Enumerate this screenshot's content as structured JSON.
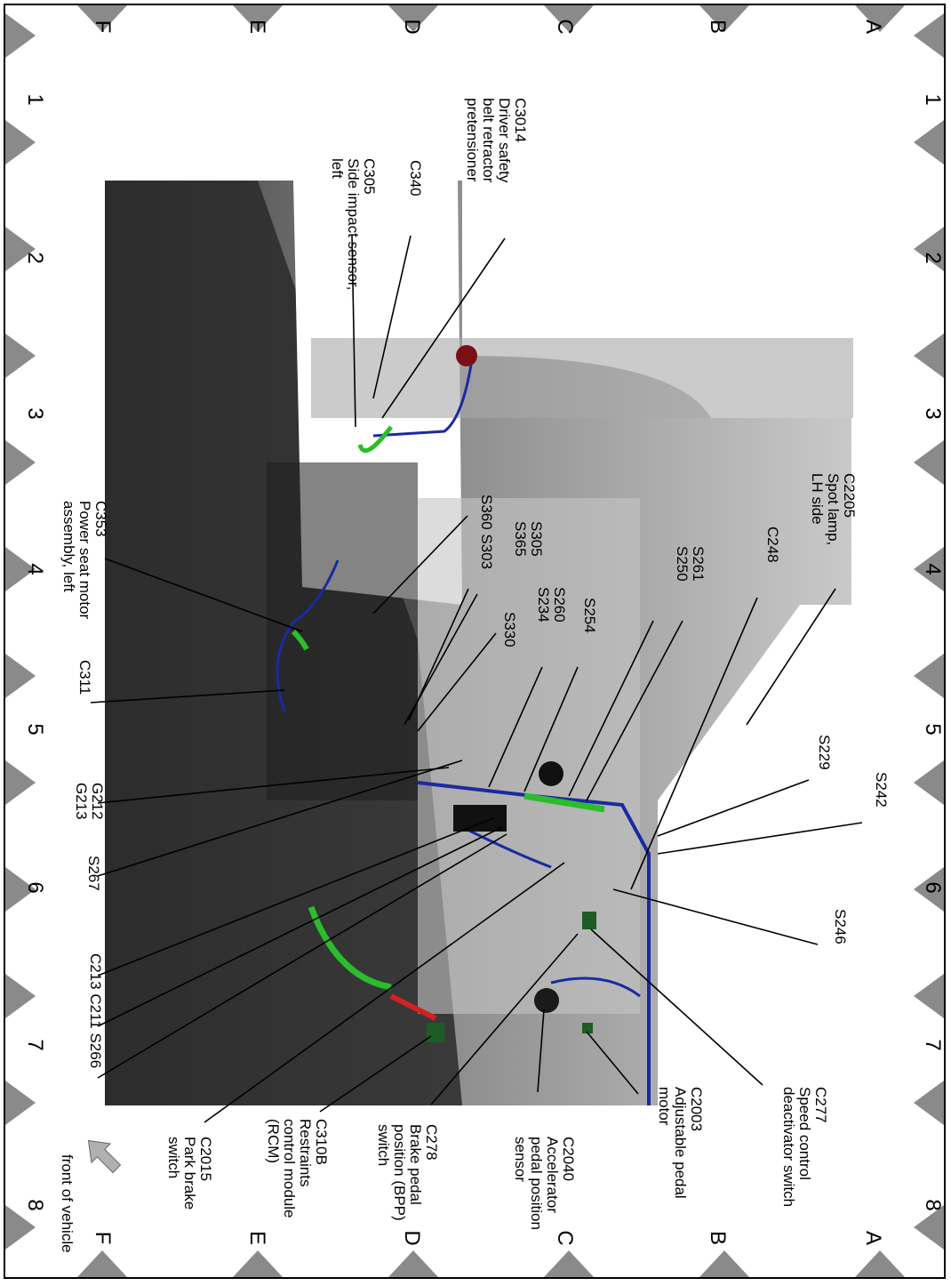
{
  "grid": {
    "numbers": [
      "1",
      "2",
      "3",
      "4",
      "5",
      "6",
      "7",
      "8"
    ],
    "letters": [
      "A",
      "B",
      "C",
      "D",
      "E",
      "F"
    ]
  },
  "front_of_vehicle": "front of vehicle",
  "callouts": [
    {
      "id": "c3014",
      "lines": [
        "C3014",
        "Driver safety",
        "belt retractor",
        "pretensioner"
      ]
    },
    {
      "id": "c340",
      "lines": [
        "C340"
      ]
    },
    {
      "id": "c305",
      "lines": [
        "C305",
        "Side impact sensor,",
        "left"
      ]
    },
    {
      "id": "c2205",
      "lines": [
        "C2205",
        "Spot lamp,",
        "LH side"
      ]
    },
    {
      "id": "c248",
      "lines": [
        "C248"
      ]
    },
    {
      "id": "s261-s250",
      "lines": [
        "S261",
        "S250"
      ]
    },
    {
      "id": "s254",
      "lines": [
        "S254"
      ]
    },
    {
      "id": "s260-s234",
      "lines": [
        "S260",
        "S234"
      ]
    },
    {
      "id": "s330",
      "lines": [
        "S330"
      ]
    },
    {
      "id": "s305-s365",
      "lines": [
        "S305",
        "S365"
      ]
    },
    {
      "id": "s360-s303",
      "lines": [
        "S360 S303"
      ]
    },
    {
      "id": "c353",
      "lines": [
        "C353",
        "Power seat motor",
        "assembly, left"
      ]
    },
    {
      "id": "c311",
      "lines": [
        "C311"
      ]
    },
    {
      "id": "g212-g213",
      "lines": [
        "G212",
        "G213"
      ]
    },
    {
      "id": "s267",
      "lines": [
        "S267"
      ]
    },
    {
      "id": "c213-c211-s266",
      "lines": [
        "C213  C211  S266"
      ]
    },
    {
      "id": "s229",
      "lines": [
        "S229"
      ]
    },
    {
      "id": "s242",
      "lines": [
        "S242"
      ]
    },
    {
      "id": "s246",
      "lines": [
        "S246"
      ]
    },
    {
      "id": "c277",
      "lines": [
        "C277",
        "Speed control",
        "deactivator switch"
      ]
    },
    {
      "id": "c2003",
      "lines": [
        "C2003",
        "Adjustable pedal",
        "motor"
      ]
    },
    {
      "id": "c2040",
      "lines": [
        "C2040",
        "Accelerator",
        "pedal position",
        "sensor"
      ]
    },
    {
      "id": "c278",
      "lines": [
        "C278",
        "Brake pedal",
        "position (BPP)",
        "switch"
      ]
    },
    {
      "id": "c310b",
      "lines": [
        "C310B",
        "Restraints",
        "control module",
        "(RCM)"
      ]
    },
    {
      "id": "c2015",
      "lines": [
        "C2015",
        "Park brake",
        "switch"
      ]
    }
  ]
}
